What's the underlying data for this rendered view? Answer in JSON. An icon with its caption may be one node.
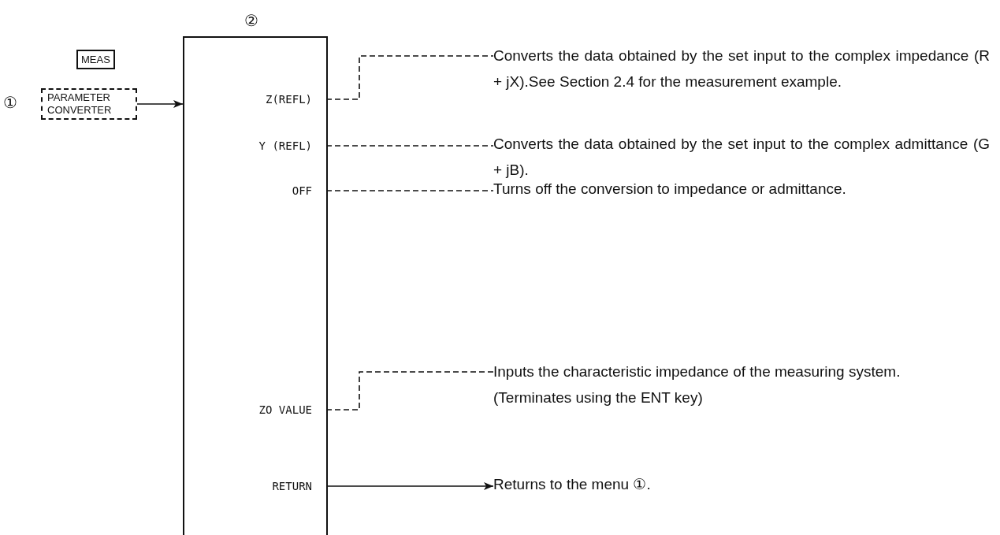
{
  "diagram": {
    "nodes": [
      {
        "text": [
          "MEAS"
        ]
      },
      {
        "text": [
          "PARAMETER CONVERTER"
        ],
        "beside": [
          "①"
        ]
      },
      {
        "text": [
          "②"
        ]
      },
      {
        "text": [
          "Z(REFL)"
        ],
        "in": 2
      },
      {
        "text": [
          "Y (REFL)"
        ],
        "in": 2
      },
      {
        "text": [
          "OFF"
        ],
        "in": 2
      },
      {
        "text": [
          "ZO VALUE"
        ],
        "in": 2
      },
      {
        "text": [
          "RETURN"
        ],
        "in": 2
      },
      {
        "text": [
          "Converts the data obtained by the set input to the complex impedance (R + jX).See Section 2.4 for the measurement example."
        ]
      },
      {
        "text": [
          "Converts the data obtained by the set input to the complex admittance (G + jB)."
        ]
      },
      {
        "text": [
          "Turns off the conversion to impedance or admittance."
        ]
      },
      {
        "text": [
          "Inputs the characteristic impedance of the measuring system.",
          "(Terminates using the ENT key)"
        ]
      },
      {
        "text": [
          "Returns to the menu ①."
        ]
      }
    ],
    "edges": [
      {
        "from": 1,
        "to": 2,
        "arrow": "to"
      },
      {
        "from": 3,
        "to": 8,
        "arrow": "none",
        "style": "dashed"
      },
      {
        "from": 4,
        "to": 9,
        "arrow": "none",
        "style": "dashed"
      },
      {
        "from": 5,
        "to": 10,
        "arrow": "none",
        "style": "dashed"
      },
      {
        "from": 6,
        "to": 11,
        "arrow": "none",
        "style": "dashed"
      },
      {
        "from": 7,
        "to": 12,
        "arrow": "to"
      }
    ]
  }
}
